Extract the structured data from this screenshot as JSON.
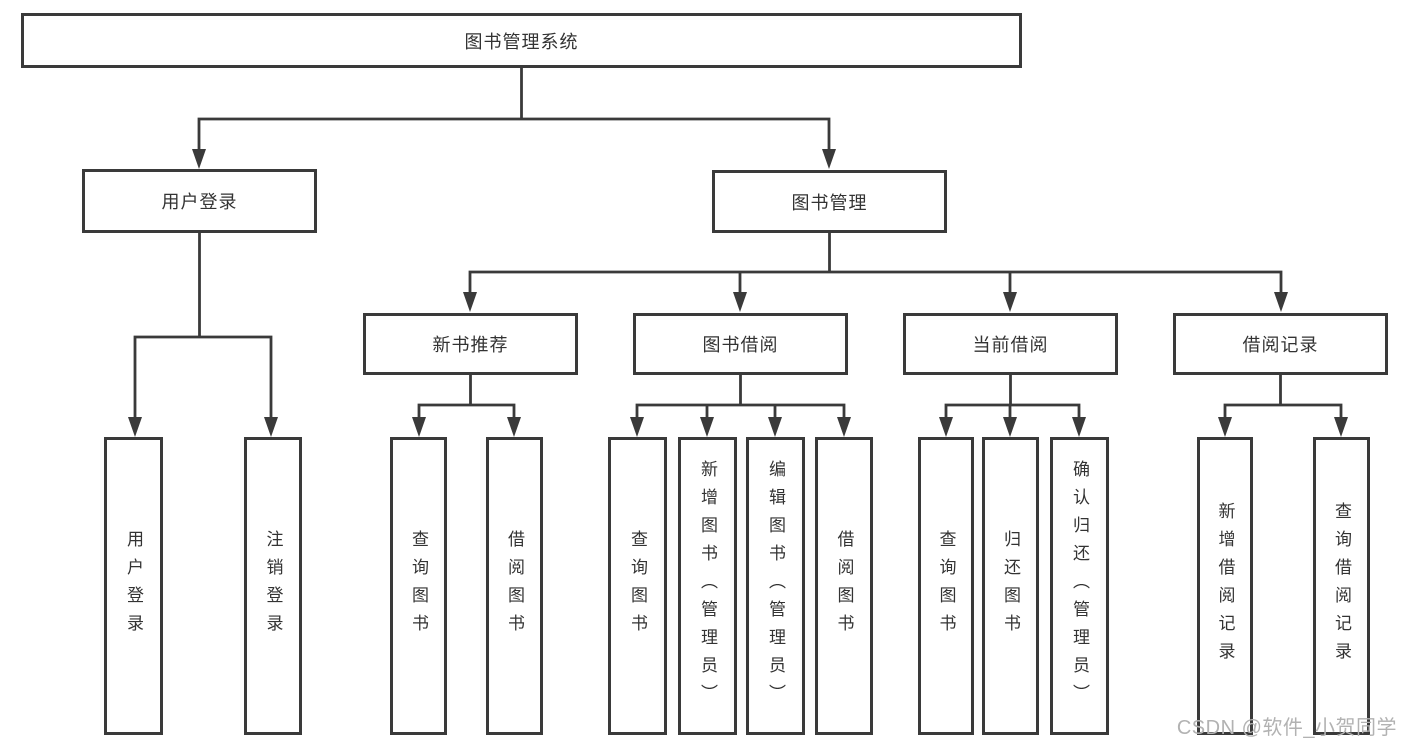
{
  "tree": {
    "root": "图书管理系统",
    "branches": [
      {
        "label": "用户登录",
        "children": [
          "用户登录",
          "注销登录"
        ]
      },
      {
        "label": "图书管理",
        "children": [
          {
            "label": "新书推荐",
            "children": [
              "查询图书",
              "借阅图书"
            ]
          },
          {
            "label": "图书借阅",
            "children": [
              "查询图书",
              "新增图书（管理员）",
              "编辑图书（管理员）",
              "借阅图书"
            ]
          },
          {
            "label": "当前借阅",
            "children": [
              "查询图书",
              "归还图书",
              "确认归还（管理员）"
            ]
          },
          {
            "label": "借阅记录",
            "children": [
              "新增借阅记录",
              "查询借阅记录"
            ]
          }
        ]
      }
    ]
  },
  "watermark": {
    "text": "CSDN @软件_小贺同学"
  },
  "colors": {
    "line": "#3a3a3a",
    "box_border": "#3a3a3a",
    "text": "#333333",
    "watermark": "#b2b2b2",
    "background": "#ffffff"
  }
}
